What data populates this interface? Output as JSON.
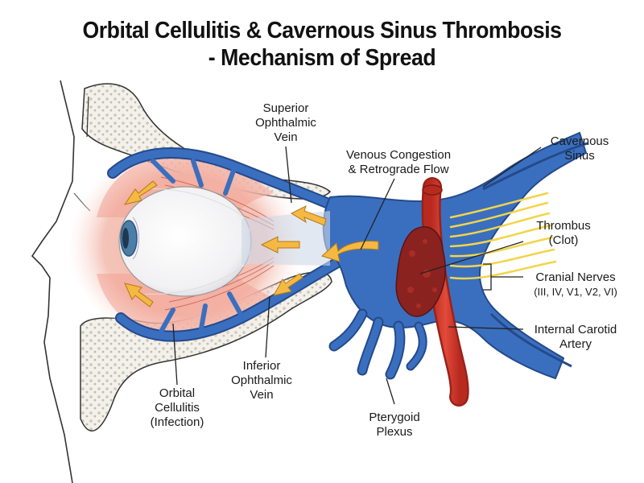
{
  "title": {
    "line1": "Orbital Cellulitis & Cavernous Sinus Thrombosis",
    "line2": "- Mechanism of Spread"
  },
  "labels": {
    "superior_vein": [
      "Superior",
      "Ophthalmic",
      "Vein"
    ],
    "venous_congestion": [
      "Venous Congestion",
      "& Retrograde Flow"
    ],
    "cavernous_sinus": [
      "Cavernous",
      "Sinus"
    ],
    "thrombus": [
      "Thrombus",
      "(Clot)"
    ],
    "cranial_nerves": [
      "Cranial Nerves",
      "(III, IV, V1, V2, VI)"
    ],
    "internal_carotid": [
      "Internal Carotid",
      "Artery"
    ],
    "inferior_vein": [
      "Inferior",
      "Ophthalmic",
      "Vein"
    ],
    "orbital_cellulitis": [
      "Orbital",
      "Cellulitis",
      "(Infection)"
    ],
    "pterygoid_plexus": [
      "Pterygoid",
      "Plexus"
    ]
  },
  "colors": {
    "vein": "#3a6fc0",
    "vein_dark": "#244a8a",
    "artery": "#d63a2e",
    "thrombus": "#8a2220",
    "inflammation": "#f2a89c",
    "nerve": "#f2d54a",
    "arrow": "#f5b843",
    "bone": "#f1efe8"
  }
}
